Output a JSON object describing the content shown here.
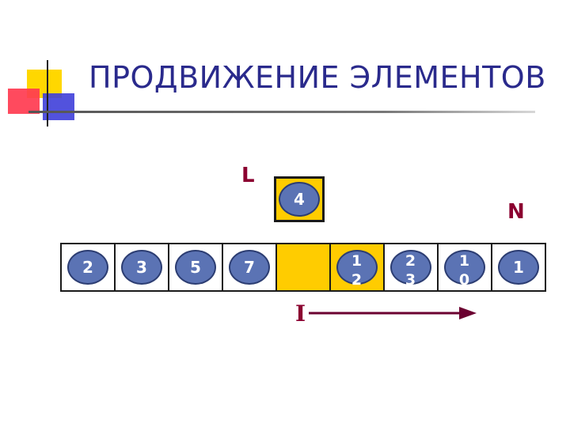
{
  "slide": {
    "title": "ПРОДВИЖЕНИЕ ЭЛЕМЕНТОВ"
  },
  "labels": {
    "l": "L",
    "n": "N",
    "i": "I"
  },
  "held_element": "4",
  "array": [
    {
      "value": "2",
      "highlighted": false
    },
    {
      "value": "3",
      "highlighted": false
    },
    {
      "value": "5",
      "highlighted": false
    },
    {
      "value": "7",
      "highlighted": false
    },
    {
      "value": "",
      "highlighted": true
    },
    {
      "value": "12",
      "highlighted": true
    },
    {
      "value": "23",
      "highlighted": false
    },
    {
      "value": "10",
      "highlighted": false
    },
    {
      "value": "1",
      "highlighted": false
    }
  ],
  "colors": {
    "title": "#2a2a8c",
    "highlight": "#ffcc00",
    "ball": "#5b73b4",
    "label": "#8b0030",
    "arrow": "#6b0030"
  },
  "icons": {
    "arrow": "arrow-right-icon"
  }
}
